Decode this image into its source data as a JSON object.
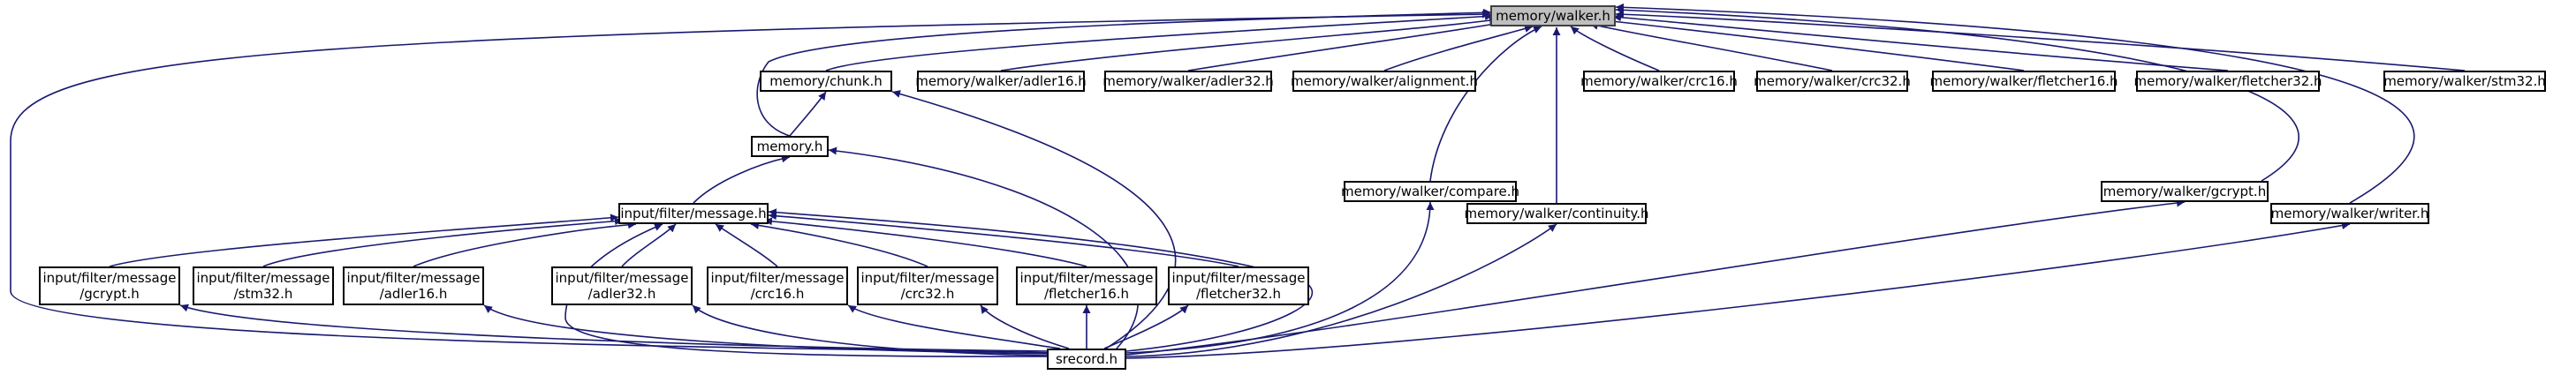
{
  "root": "memory/walker.h",
  "nodes": {
    "srecord": "srecord.h",
    "chunk": "memory/chunk.h",
    "adler16w": "memory/walker/adler16.h",
    "adler32w": "memory/walker/adler32.h",
    "alignment": "memory/walker/alignment.h",
    "crc16w": "memory/walker/crc16.h",
    "crc32w": "memory/walker/crc32.h",
    "fletcher16w": "memory/walker/fletcher16.h",
    "fletcher32w": "memory/walker/fletcher32.h",
    "stm32w": "memory/walker/stm32.h",
    "memory": "memory.h",
    "compare": "memory/walker/compare.h",
    "gcryptw": "memory/walker/gcrypt.h",
    "continuity": "memory/walker/continuity.h",
    "writer": "memory/walker/writer.h",
    "message": "input/filter/message.h",
    "m_gcrypt": [
      "input/filter/message",
      "/gcrypt.h"
    ],
    "m_stm32": [
      "input/filter/message",
      "/stm32.h"
    ],
    "m_adler16": [
      "input/filter/message",
      "/adler16.h"
    ],
    "m_adler32": [
      "input/filter/message",
      "/adler32.h"
    ],
    "m_crc16": [
      "input/filter/message",
      "/crc16.h"
    ],
    "m_crc32": [
      "input/filter/message",
      "/crc32.h"
    ],
    "m_fletcher16": [
      "input/filter/message",
      "/fletcher16.h"
    ],
    "m_fletcher32": [
      "input/filter/message",
      "/fletcher32.h"
    ]
  },
  "colors": {
    "edge": "#191970",
    "node_border": "#000000",
    "root_fill": "#bfbfbf",
    "root_border": "#404040"
  }
}
